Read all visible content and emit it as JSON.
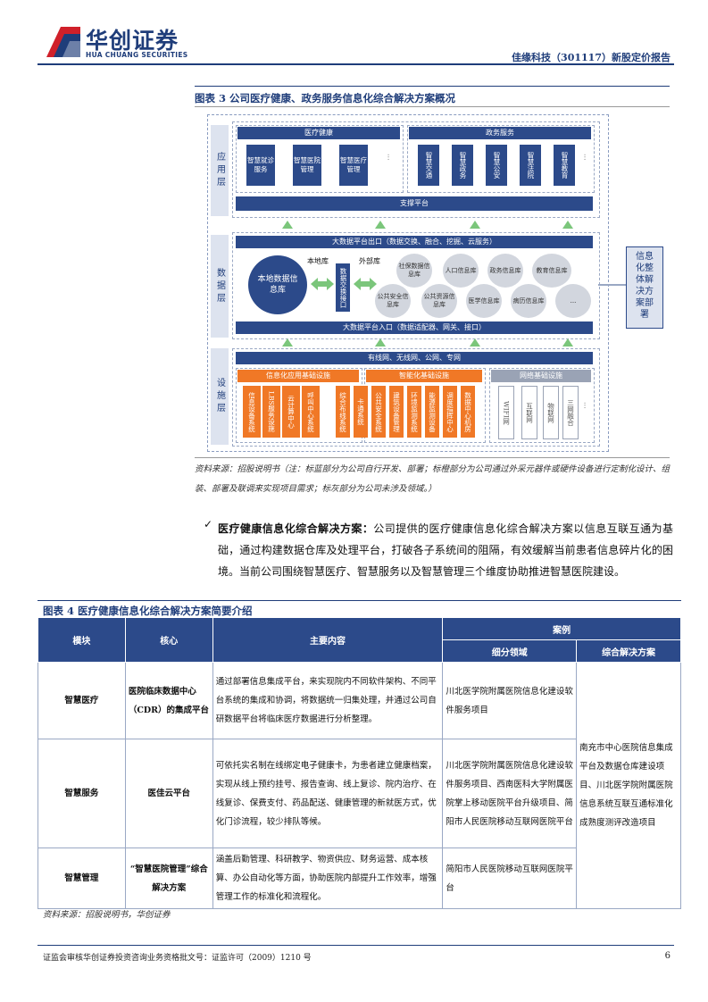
{
  "header": {
    "logo_cn": "华创证券",
    "logo_en": "HUA CHUANG SECURITIES",
    "report_title": "佳缘科技（301117）新股定价报告"
  },
  "figure3": {
    "title": "图表 3 公司医疗健康、政务服务信息化综合解决方案概况",
    "layers": [
      "应用层",
      "数据层",
      "设施层"
    ],
    "app": {
      "healthcare_title": "医疗健康",
      "healthcare_items": [
        "智慧就诊服务",
        "智慧医院管理",
        "智慧医疗管理"
      ],
      "gov_title": "政务服务",
      "gov_items": [
        "智慧交通",
        "智慧政务",
        "智慧公安",
        "智慧法院",
        "智慧教育"
      ],
      "support": "支撑平台"
    },
    "data": {
      "exit_bar": "大数据平台出口（数据交换、融合、挖掘、云服务）",
      "local_label": "本地库",
      "external_label": "外部库",
      "local_db": "本地数据信息库",
      "exchange": "数据交换接口",
      "circles": [
        "社保数据信息库",
        "人口信息库",
        "政务信息库",
        "教育信息库",
        "公共安全信息库",
        "公共资源信息库",
        "医学信息库",
        "病历信息库",
        "..."
      ],
      "entry_bar": "大数据平台入口（数据适配器、网关、接口）"
    },
    "infra": {
      "network_bar": "有线网、无线网、公网、专网",
      "it_title": "信息化应用基础设施",
      "it_items": [
        "信息设备系统",
        "LBS服务设施",
        "云计算中心",
        "呼叫中心系统"
      ],
      "smart_title": "智能化基础设施",
      "smart_items": [
        "综合布线系统",
        "卡通系统",
        "公共安全系统",
        "建筑设备管理",
        "环境监测系统",
        "能源监测设备",
        "调度指挥中心",
        "数据中心机房"
      ],
      "net_title": "网络基础设施",
      "net_items": [
        "WIFI网",
        "互联网",
        "物联网",
        "三网融合"
      ]
    },
    "side_box": "信息化整体解决方案部署",
    "source": "资料来源：招股说明书（注：标蓝部分为公司自行开发、部署；标橙部分为公司通过外采元器件或硬件设备进行定制化设计、组装、部署及联调来实现项目需求；标灰部分为公司未涉及领域。）"
  },
  "paragraph": {
    "check": "✓",
    "lead": "医疗健康信息化综合解决方案：",
    "text": "公司提供的医疗健康信息化综合解决方案以信息互联互通为基础，通过构建数据仓库及处理平台，打破各子系统间的阻隔，有效缓解当前患者信息碎片化的困境。当前公司围绕智慧医疗、智慧服务以及智慧管理三个维度协助推进智慧医院建设。"
  },
  "figure4": {
    "title": "图表 4 医疗健康信息化综合解决方案简要介绍",
    "headers": {
      "module": "模块",
      "core": "核心",
      "content": "主要内容",
      "cases": "案例",
      "sub": "细分领域",
      "integrated": "综合解决方案"
    },
    "rows": [
      {
        "module": "智慧医疗",
        "core": "医院临床数据中心（CDR）的集成平台",
        "content": "通过部署信息集成平台，来实现院内不同软件架构、不同平台系统的集成和协调，将数据统一归集处理，并通过公司自研数据平台将临床医疗数据进行分析整理。",
        "sub": "川北医学院附属医院信息化建设软件服务项目"
      },
      {
        "module": "智慧服务",
        "core": "医佳云平台",
        "content": "可依托实名制在线绑定电子健康卡，为患者建立健康档案，实现从线上预约挂号、报告查询、线上复诊、院内治疗、在线复诊、保费支付、药品配送、健康管理的新就医方式，优化门诊流程，较少排队等候。",
        "sub": "川北医学院附属医院信息化建设软件服务项目、西南医科大学附属医院掌上移动医院平台升级项目、简阳市人民医院移动互联网医院平台"
      },
      {
        "module": "智慧管理",
        "core": "“智慧医院管理”综合解决方案",
        "content": "涵盖后勤管理、科研教学、物资供应、财务运营、成本核算、办公自动化等方面，协助医院内部提升工作效率，增强管理工作的标准化和流程化。",
        "sub": "简阳市人民医院移动互联网医院平台"
      }
    ],
    "integrated": "南充市中心医院信息集成平台及数据仓库建设项目、川北医学院附属医院信息系统互联互通标准化成熟度测评改造项目",
    "source": "资料来源：招股说明书，华创证券"
  },
  "footer": {
    "text": "证监会审核华创证券投资咨询业务资格批文号：证监许可（2009）1210 号",
    "page": "6"
  },
  "colors": {
    "brand_blue": "#1f3d7a",
    "bar_blue": "#2c4a8a",
    "orange": "#f07826",
    "grey": "#9aa3b5",
    "logo_red": "#d0202a"
  }
}
